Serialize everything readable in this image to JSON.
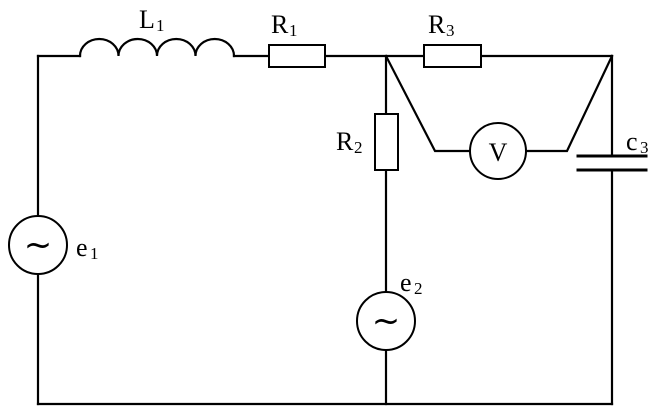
{
  "diagram": {
    "components": {
      "inductor": {
        "letter": "L",
        "subscript": "1"
      },
      "resistor1": {
        "letter": "R",
        "subscript": "1"
      },
      "resistor2": {
        "letter": "R",
        "subscript": "2"
      },
      "resistor3": {
        "letter": "R",
        "subscript": "3"
      },
      "capacitor": {
        "letter": "c",
        "subscript": "3"
      },
      "voltmeter": {
        "symbol": "V"
      },
      "source1": {
        "letter": "e",
        "subscript": "1",
        "symbol": "~"
      },
      "source2": {
        "letter": "e",
        "subscript": "2",
        "symbol": "~"
      }
    }
  }
}
